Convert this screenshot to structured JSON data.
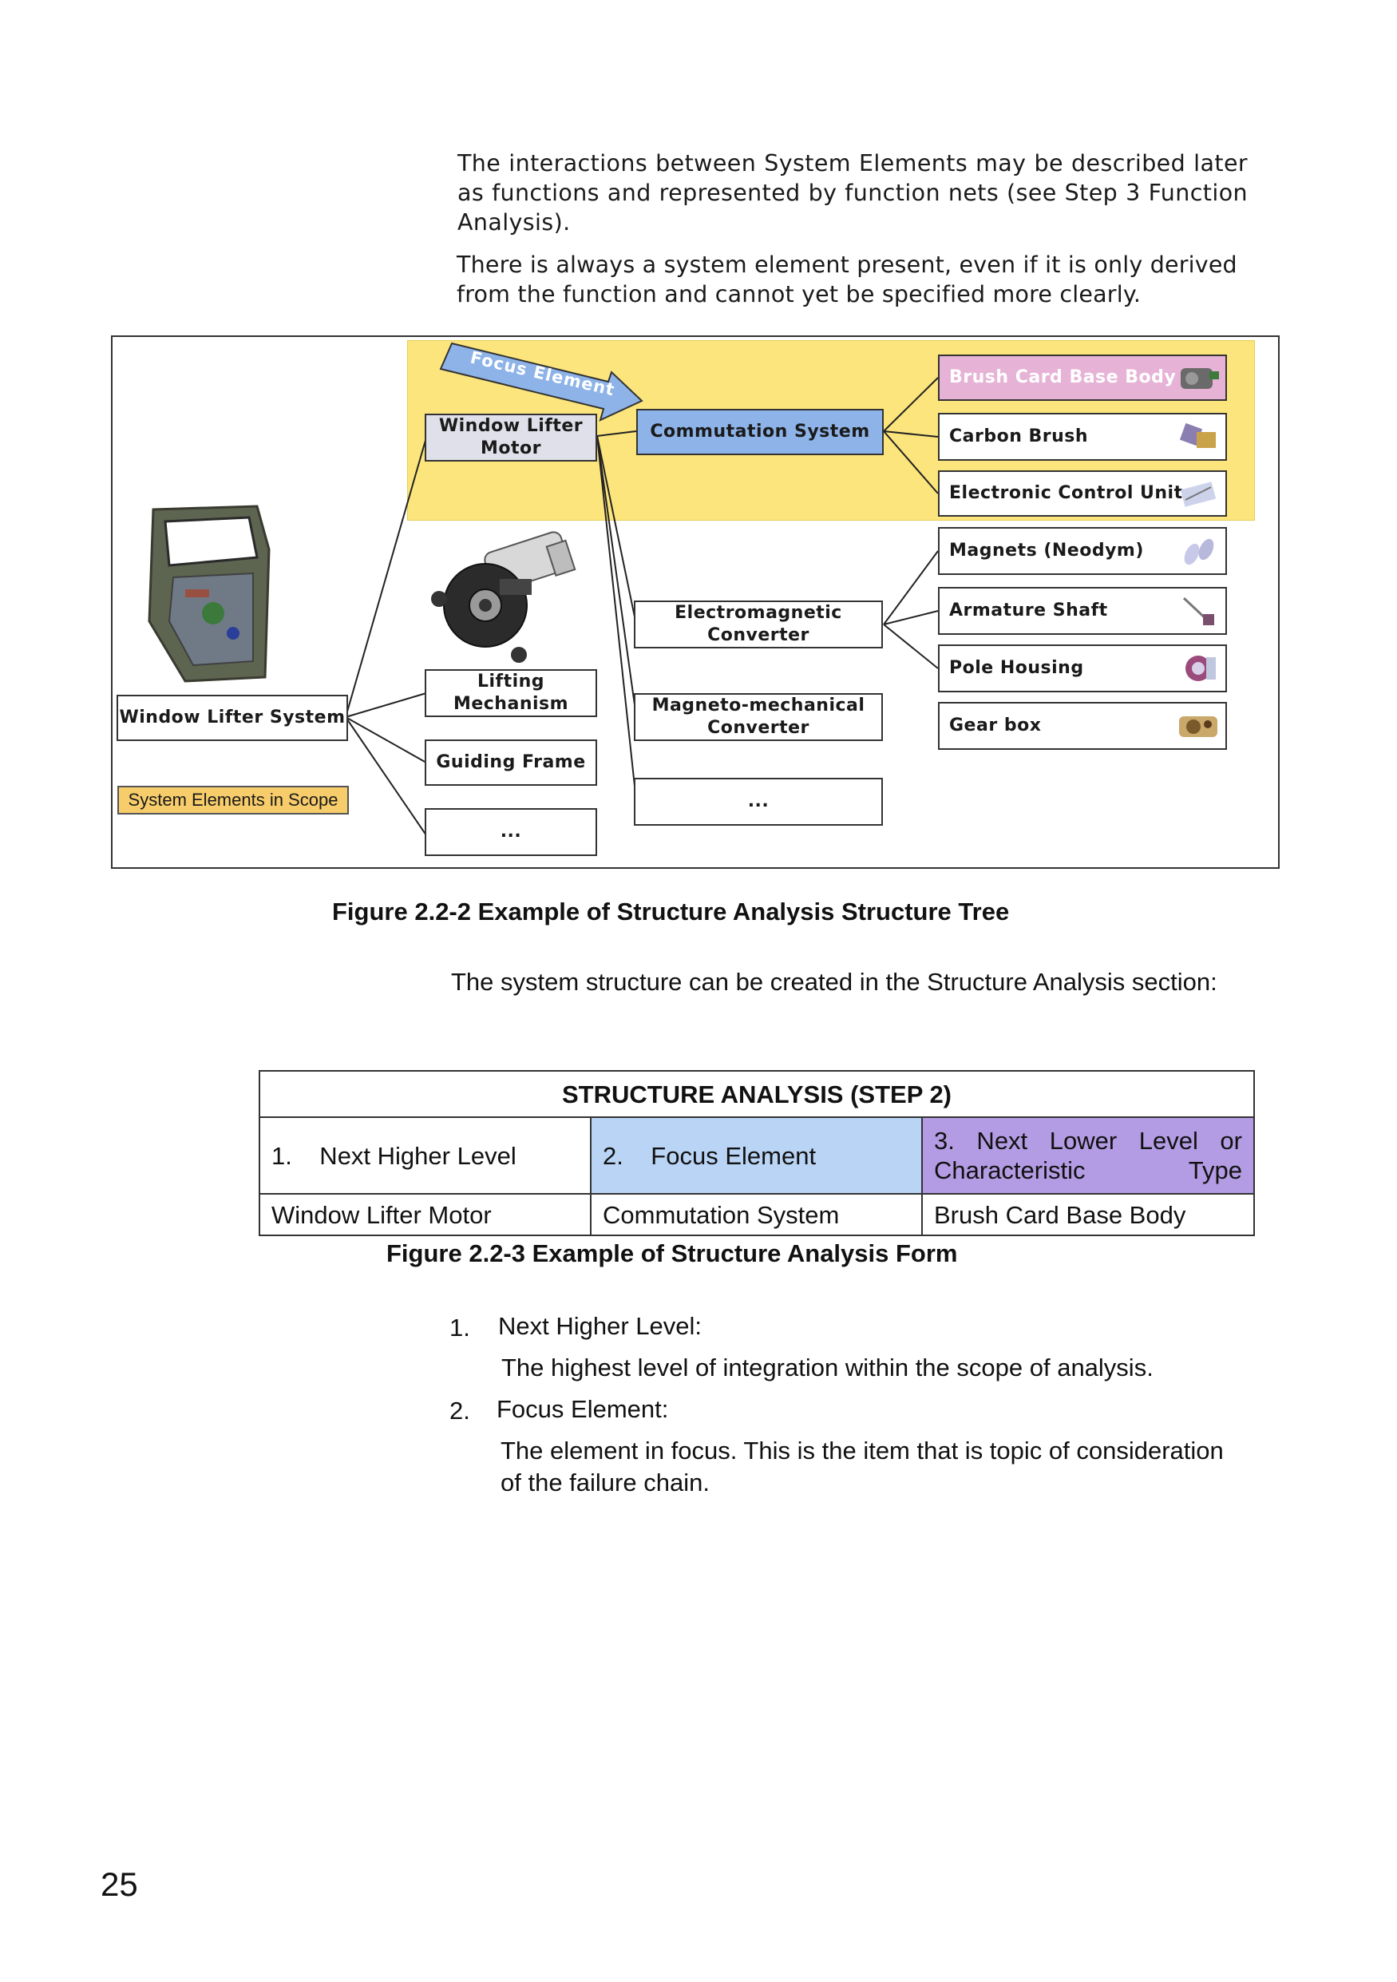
{
  "intro": {
    "p1": "The interactions between System Elements may be described later as functions and represented by function nets (see Step 3 Function Analysis).",
    "p2": "There is always a system element present, even if it is only derived from the function and cannot yet be specified more clearly."
  },
  "figure1": {
    "focus_arrow_label": "Focus Element",
    "root": "Window Lifter System",
    "scope_label": "System Elements in Scope",
    "level2": [
      "Window Lifter Motor",
      "Lifting Mechanism",
      "Guiding Frame",
      "..."
    ],
    "level3": [
      "Commutation System",
      "Electromagnetic Converter",
      "Magneto-mechanical Converter",
      "..."
    ],
    "level4": [
      "Brush Card Base Body",
      "Carbon Brush",
      "Electronic Control Unit",
      "Magnets (Neodym)",
      "Armature Shaft",
      "Pole Housing",
      "Gear box"
    ],
    "caption": "Figure 2.2-2 Example of Structure Analysis Structure Tree",
    "colors": {
      "focus_area": "#fbe57c",
      "focus_node": "#8db3e8",
      "motor_node": "#e0e0ea",
      "brush_card_node": "#e6b3d6",
      "scope_label": "#f7cc6a"
    }
  },
  "mid_text": "The system structure can be created in the Structure Analysis section:",
  "form": {
    "title": "STRUCTURE ANALYSIS (STEP 2)",
    "headers": [
      "1.    Next Higher Level",
      "2.    Focus Element",
      "3.   Next Lower Level or Characteristic Type"
    ],
    "row": [
      "Window Lifter Motor",
      "Commutation System",
      "Brush Card Base Body"
    ],
    "caption": "Figure 2.2-3 Example of Structure Analysis Form",
    "colors": {
      "focus_header": "#b9d4f5",
      "lower_header": "#b39ce3"
    }
  },
  "list": [
    {
      "num": "1.",
      "title": "Next Higher Level:",
      "desc": "The highest level of integration within the scope of analysis."
    },
    {
      "num": "2.",
      "title": "Focus Element:",
      "desc_line1": "The element in focus. This is the item that is topic of consideration",
      "desc_line2": "of the failure chain."
    }
  ],
  "page_number": "25"
}
